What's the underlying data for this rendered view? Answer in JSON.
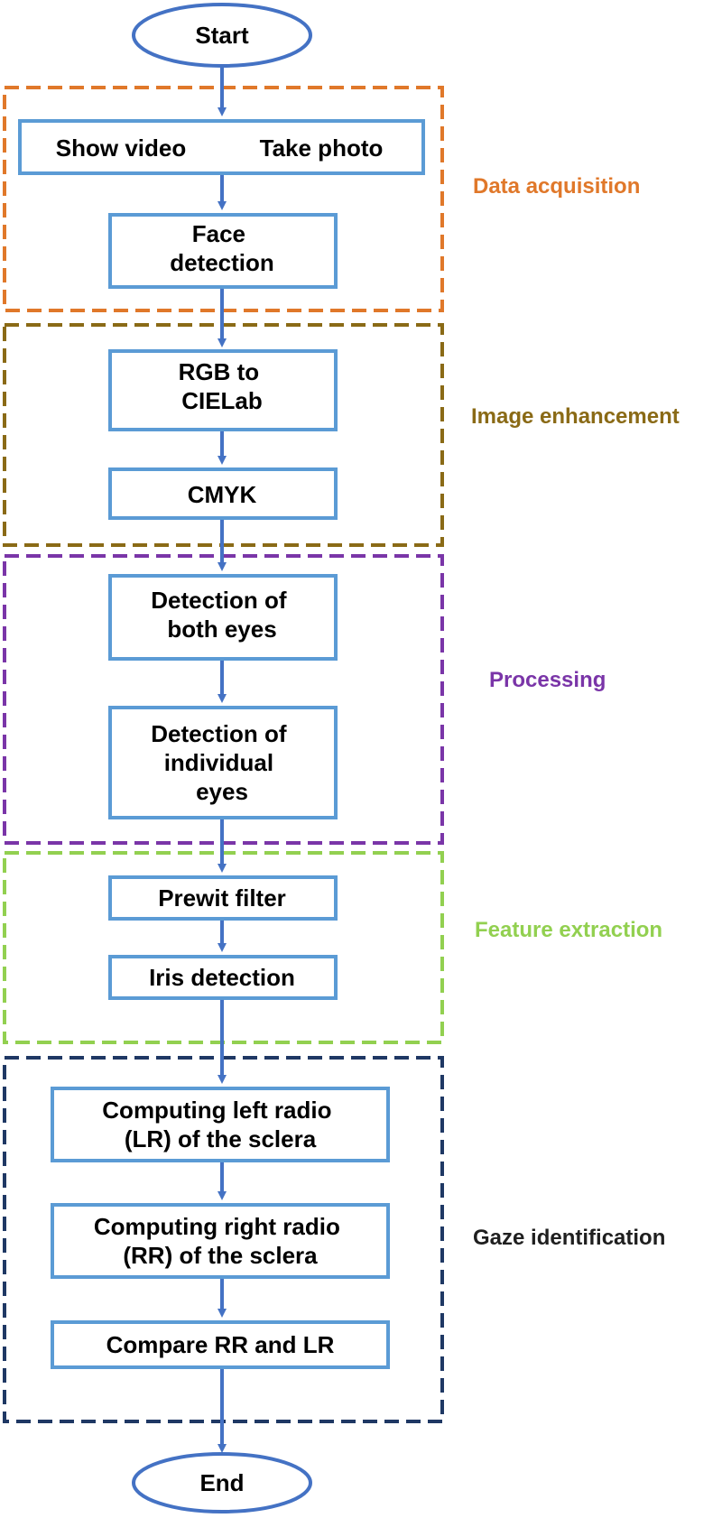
{
  "terminals": {
    "start": "Start",
    "end": "End"
  },
  "steps": {
    "show_video": "Show video",
    "take_photo": "Take photo",
    "face_detection": [
      "Face",
      "detection"
    ],
    "rgb_to_cielab": [
      "RGB to",
      "CIELab"
    ],
    "cmyk": "CMYK",
    "detection_both_eyes": [
      "Detection of",
      "both eyes"
    ],
    "detection_individual_eyes": [
      "Detection of",
      "individual",
      "eyes"
    ],
    "prewit_filter": "Prewit filter",
    "iris_detection": "Iris detection",
    "computing_left": [
      "Computing left radio",
      "(LR) of the sclera"
    ],
    "computing_right": [
      "Computing right radio",
      "(RR) of the sclera"
    ],
    "compare": "Compare RR and LR"
  },
  "stages": [
    {
      "key": "data_acquisition",
      "label": "Data acquisition",
      "color": "#e0782a"
    },
    {
      "key": "image_enhancement",
      "label": "Image enhancement",
      "color": "#8a6a16"
    },
    {
      "key": "processing",
      "label": "Processing",
      "color": "#7a35a8"
    },
    {
      "key": "feature_extraction",
      "label": "Feature extraction",
      "color": "#92d050"
    },
    {
      "key": "gaze_identification",
      "label": "Gaze identification",
      "color": "#1f3864"
    }
  ],
  "colors": {
    "node_border": "#5b9bd5",
    "arrow": "#4472c4",
    "label_gaze": "#1f1f1f"
  }
}
